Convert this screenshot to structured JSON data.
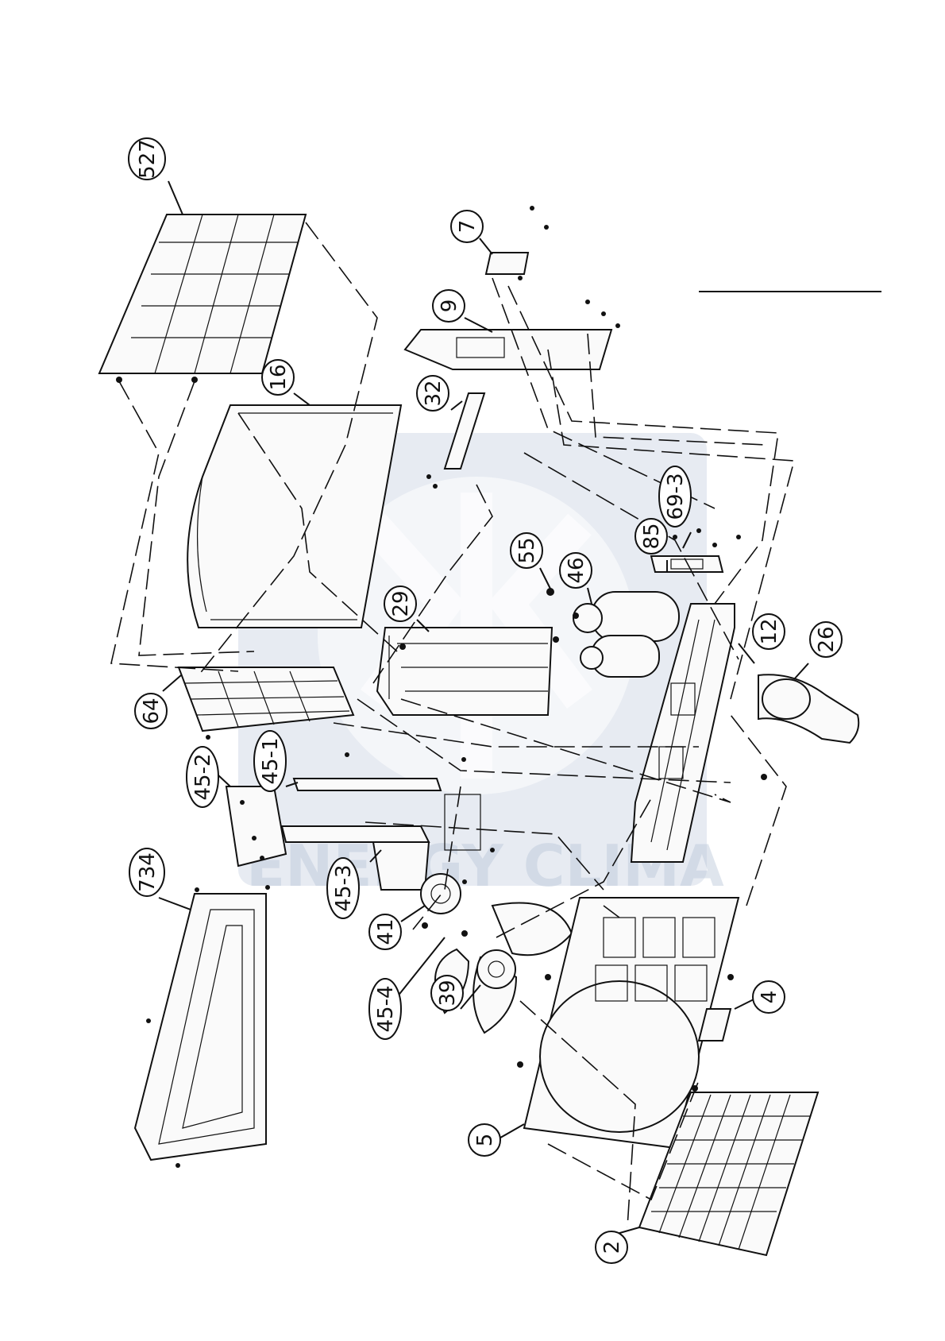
{
  "watermark": {
    "text": "ENERGY CLIMA"
  },
  "callouts": [
    {
      "id": "c527",
      "label": "527"
    },
    {
      "id": "c7",
      "label": "7"
    },
    {
      "id": "c9",
      "label": "9"
    },
    {
      "id": "c16",
      "label": "16"
    },
    {
      "id": "c32",
      "label": "32"
    },
    {
      "id": "c69-3",
      "label": "69-3"
    },
    {
      "id": "c85",
      "label": "85"
    },
    {
      "id": "c55",
      "label": "55"
    },
    {
      "id": "c46",
      "label": "46"
    },
    {
      "id": "c29",
      "label": "29"
    },
    {
      "id": "c12",
      "label": "12"
    },
    {
      "id": "c26",
      "label": "26"
    },
    {
      "id": "c64",
      "label": "64"
    },
    {
      "id": "c45-2",
      "label": "45-2"
    },
    {
      "id": "c45-1",
      "label": "45-1"
    },
    {
      "id": "c734",
      "label": "734"
    },
    {
      "id": "c45-3",
      "label": "45-3"
    },
    {
      "id": "c41",
      "label": "41"
    },
    {
      "id": "c45-4",
      "label": "45-4"
    },
    {
      "id": "c39",
      "label": "39"
    },
    {
      "id": "c4",
      "label": "4"
    },
    {
      "id": "c5",
      "label": "5"
    },
    {
      "id": "c2",
      "label": "2"
    }
  ]
}
